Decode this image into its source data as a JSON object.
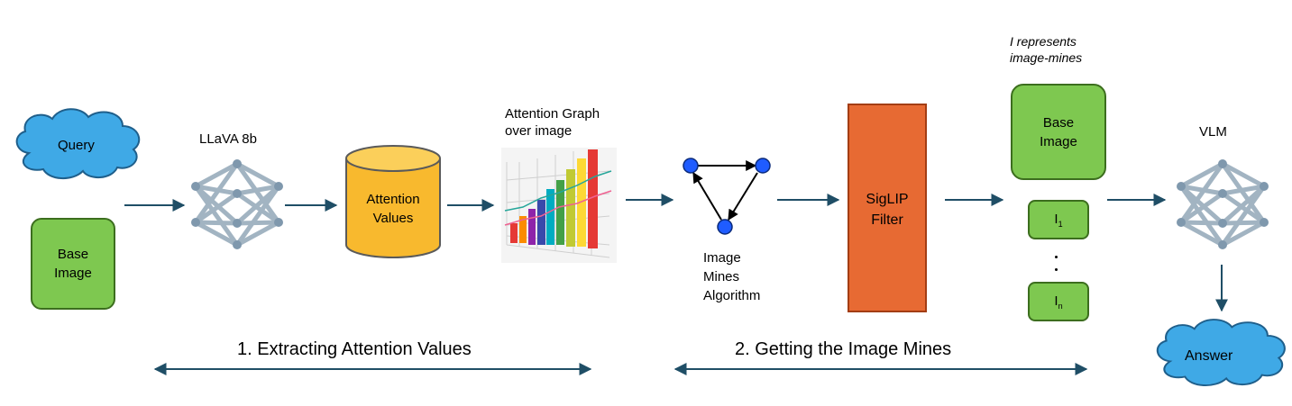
{
  "query": "Query",
  "answer": "Answer",
  "base_image": {
    "line1": "Base",
    "line2": "Image"
  },
  "llava_label": "LLaVA 8b",
  "attention_values": {
    "line1": "Attention",
    "line2": "Values"
  },
  "attention_graph": {
    "line1": "Attention Graph",
    "line2": "over image"
  },
  "image_mines_algo": {
    "line1": "Image",
    "line2": "Mines",
    "line3": "Algorithm"
  },
  "siglip": {
    "line1": "SigLIP",
    "line2": "Filter"
  },
  "note": {
    "line1": "I represents",
    "line2": "image-mines"
  },
  "mine_first": {
    "letter": "I",
    "sub": "1"
  },
  "mine_last": {
    "letter": "I",
    "sub": "n"
  },
  "vlm_label": "VLM",
  "phase1": "1. Extracting Attention Values",
  "phase2": "2. Getting the Image Mines",
  "colors": {
    "arrow": "#1f4e66",
    "network": "#a2b4c2",
    "network_node": "#7f98ad",
    "cloud": "#3fa9e6",
    "cloud_border": "#1f5f8b",
    "green": "#7ec850",
    "cylinder": "#f8b92e",
    "siglip": "#e76a33",
    "graph_node": "#1f5cff"
  }
}
